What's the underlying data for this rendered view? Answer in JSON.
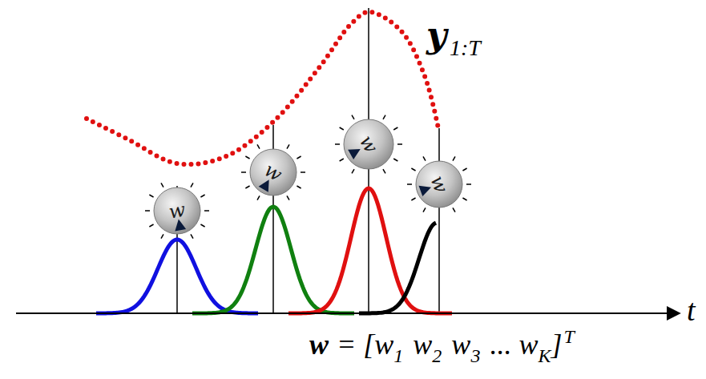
{
  "diagram": {
    "nodes": [
      {
        "text": [
          "w"
        ]
      },
      {
        "text": [
          "w"
        ]
      },
      {
        "text": [
          "w"
        ]
      },
      {
        "text": [
          "w"
        ]
      }
    ],
    "labels": [
      "y",
      "1:T",
      "t",
      "w",
      "= [w",
      "1",
      "w",
      "2",
      "w",
      "3",
      "... w",
      "K",
      "]",
      "T"
    ]
  }
}
